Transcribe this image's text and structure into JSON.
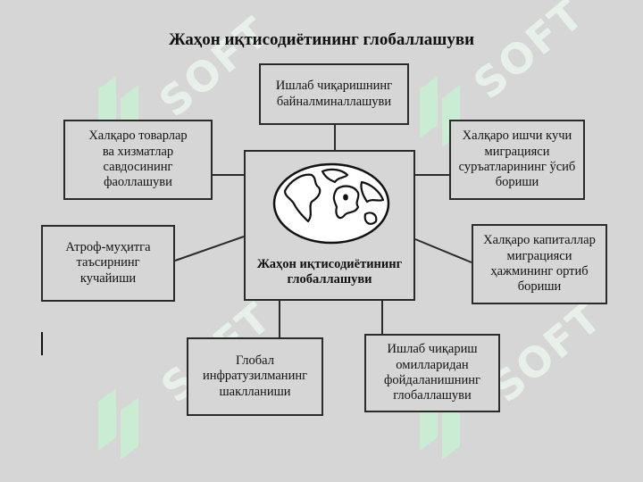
{
  "title": "Жаҳон иқтисодиётининг глобаллашуви",
  "center": {
    "label": "Жаҳон иқтисодиётининг\nглобаллашуви",
    "icon": "globe-icon"
  },
  "nodes": {
    "production_internationalization": "Ишлаб чиқаришнинг\nбайналминаллашуви",
    "trade_activation": "Халқаро товарлар\nва хизматлар\nсавдосининг\nфаоллашуви",
    "labor_migration": "Халқаро ишчи кучи\nмиграцияси\nсуръатларининг ўсиб\nбориши",
    "environmental_impact": "Атроф-муҳитга\nтаъсирнинг\nкучайиши",
    "capital_migration": "Халқаро капиталлар\nмиграцияси\nҳажмининг ортиб\nбориши",
    "global_infrastructure": "Глобал\nинфратузилманинг\nшаклланиши",
    "factors_globalization": "Ишлаб чиқариш\nомилларидан\nфойдаланишнинг\nглобаллашуви"
  },
  "watermark": {
    "text": "SOFT",
    "color": "#e9f5ec",
    "mark_color": "#c9ecd2"
  },
  "colors": {
    "background": "#d6d6d6",
    "border": "#2a2a2a",
    "text": "#111111"
  }
}
